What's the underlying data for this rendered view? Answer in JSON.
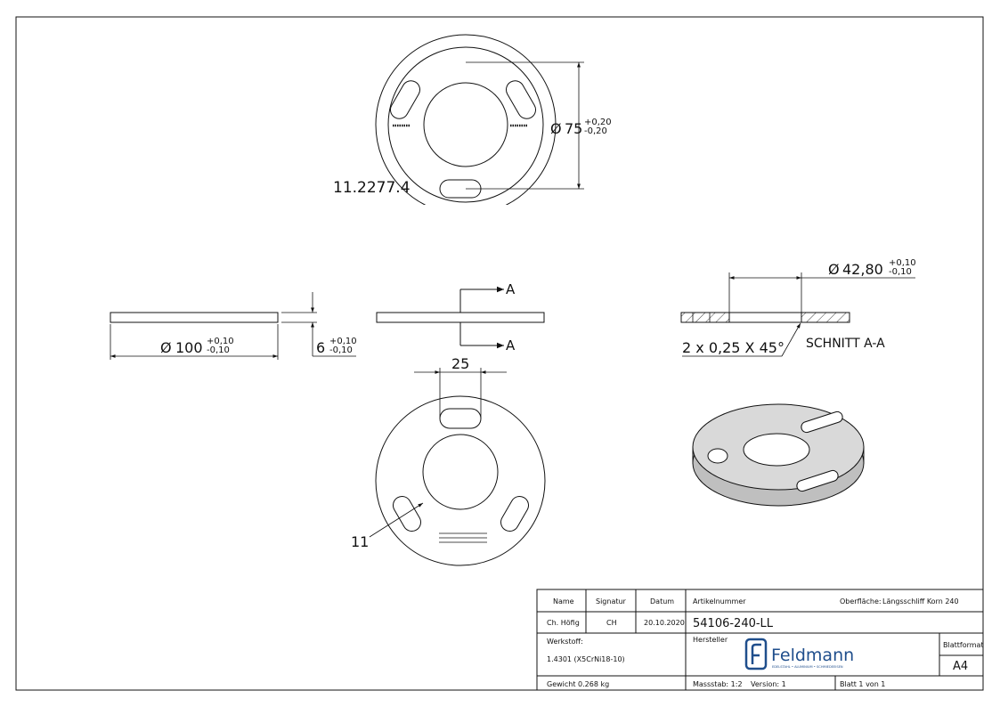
{
  "drawing": {
    "part_marking": "11.2277.4",
    "bolt_circle_dim": {
      "value": "75",
      "tol_upper": "+0,20",
      "tol_lower": "-0,20"
    },
    "outer_dim": {
      "value": "100",
      "tol_upper": "+0,10",
      "tol_lower": "-0,10"
    },
    "thickness_dim": {
      "value": "6",
      "tol_upper": "+0,10",
      "tol_lower": "-0,10"
    },
    "bore_dim": {
      "value": "42,80",
      "tol_upper": "+0,10",
      "tol_lower": "-0,10"
    },
    "chamfer_note": "2 x 0,25 X 45°",
    "section_label": "SCHNITT A-A",
    "section_marker_top": "A",
    "section_marker_bottom": "A",
    "slot_width_dim": "25",
    "slot_dim_11": "11",
    "diameter_symbol": "Ø"
  },
  "title_block": {
    "col_name": "Name",
    "col_signature": "Signatur",
    "col_date": "Datum",
    "name_value": "Ch. Höfig",
    "signature_value": "CH",
    "date_value": "20.10.2020",
    "article_label": "Artikelnummer",
    "article_number": "54106-240-LL",
    "surface_label": "Oberfläche:",
    "surface_value": "Längsschliff Korn 240",
    "material_label": "Werkstoff:",
    "material_value": "1.4301 (X5CrNi18-10)",
    "manufacturer_label": "Hersteller",
    "brand_name": "Feldmann",
    "brand_tagline": "EDELSTAHL • ALUMINIUM • SCHMIEDEEISEN",
    "sheet_format_label": "Blattformat",
    "sheet_format_value": "A4",
    "weight": "Gewicht 0.268 kg",
    "scale": "Massstab: 1:2",
    "version": "Version: 1",
    "sheet": "Blatt 1 von 1"
  },
  "colors": {
    "brand_blue": "#1f4e8c",
    "line": "#111111",
    "iso_face": "#d9d9d9",
    "iso_side": "#bfbfbf"
  }
}
